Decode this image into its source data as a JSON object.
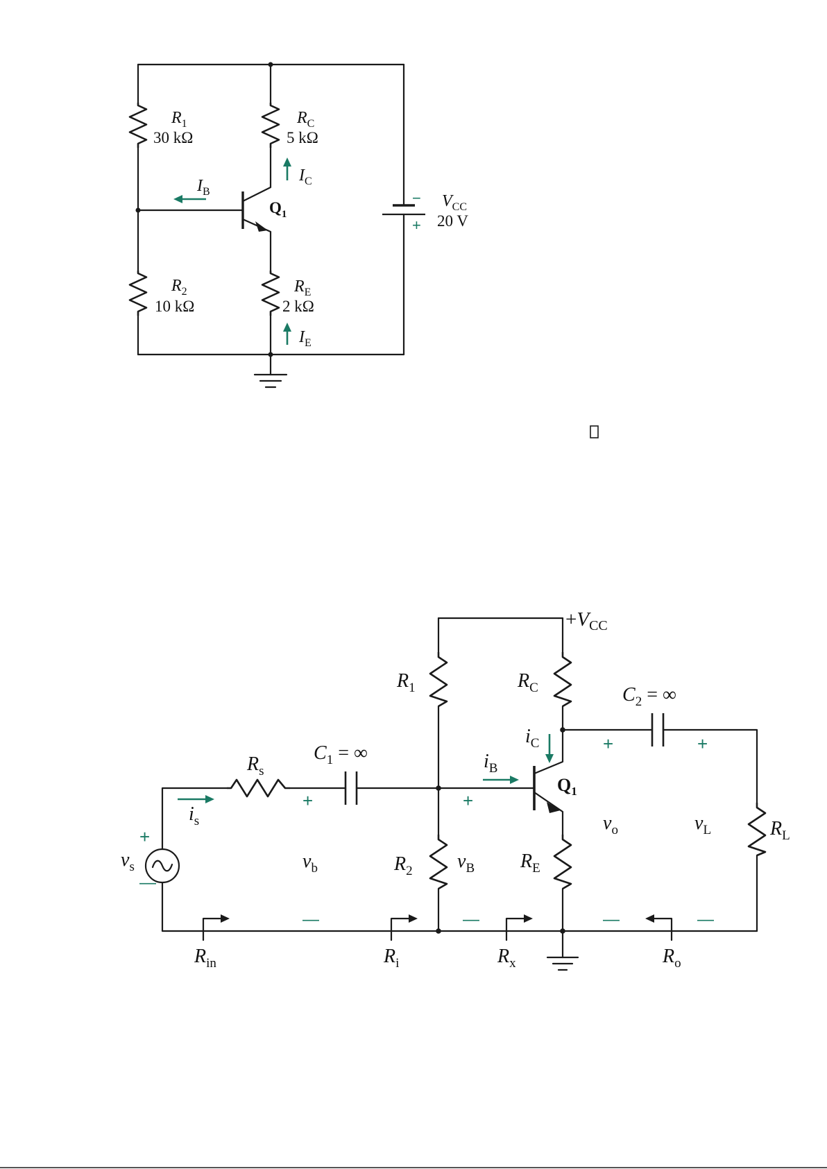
{
  "circuit1": {
    "r1": {
      "name": "R",
      "sub": "1",
      "value": "30 kΩ"
    },
    "rc": {
      "name": "R",
      "sub": "C",
      "value": "5 kΩ"
    },
    "r2": {
      "name": "R",
      "sub": "2",
      "value": "10 kΩ"
    },
    "re": {
      "name": "R",
      "sub": "E",
      "value": "2 kΩ"
    },
    "vcc": {
      "name": "V",
      "sub": "CC",
      "value": "20 V",
      "minus": "−",
      "plus": "+"
    },
    "ib": {
      "name": "I",
      "sub": "B"
    },
    "ic": {
      "name": "I",
      "sub": "C"
    },
    "ie": {
      "name": "I",
      "sub": "E"
    },
    "q1": {
      "name": "Q",
      "sub": "1"
    }
  },
  "circuit2": {
    "vcc": {
      "prefix": "+",
      "name": "V",
      "sub": "CC"
    },
    "r1": {
      "name": "R",
      "sub": "1"
    },
    "rc": {
      "name": "R",
      "sub": "C"
    },
    "r2": {
      "name": "R",
      "sub": "2"
    },
    "re": {
      "name": "R",
      "sub": "E"
    },
    "rs": {
      "name": "R",
      "sub": "s"
    },
    "rl": {
      "name": "R",
      "sub": "L"
    },
    "c1": {
      "name": "C",
      "sub": "1",
      "rest": " = ∞"
    },
    "c2": {
      "name": "C",
      "sub": "2",
      "rest": " = ∞"
    },
    "q1": {
      "name": "Q",
      "sub": "1"
    },
    "is": {
      "name": "i",
      "sub": "s"
    },
    "ib": {
      "name": "i",
      "sub": "B"
    },
    "ic": {
      "name": "i",
      "sub": "C"
    },
    "vs": {
      "name": "v",
      "sub": "s"
    },
    "vb": {
      "name": "v",
      "sub": "b"
    },
    "vB": {
      "name": "v",
      "sub": "B"
    },
    "vo": {
      "name": "v",
      "sub": "o"
    },
    "vL": {
      "name": "v",
      "sub": "L"
    },
    "rin": {
      "name": "R",
      "sub": "in"
    },
    "ri": {
      "name": "R",
      "sub": "i"
    },
    "rx": {
      "name": "R",
      "sub": "x"
    },
    "ro": {
      "name": "R",
      "sub": "o"
    },
    "plus": "+",
    "minus": "—"
  },
  "colors": {
    "wire": "#1a1a1a",
    "accent": "#1a7a64"
  }
}
